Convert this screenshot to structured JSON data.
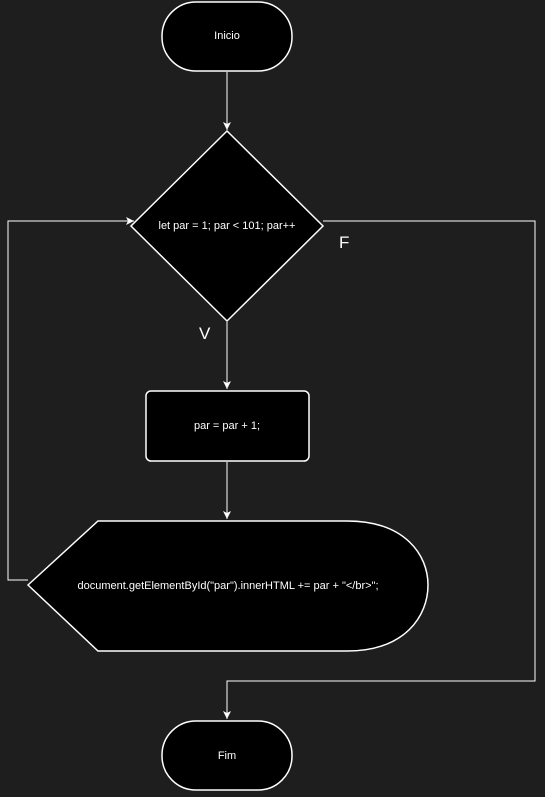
{
  "colors": {
    "background": "#1e1e1e",
    "node_fill": "#000000",
    "stroke": "#ffffff",
    "text": "#ffffff"
  },
  "flowchart": {
    "start_label": "Inicio",
    "condition_label": "let par = 1; par < 101; par++",
    "process_label": "par = par + 1;",
    "display_label": "document.getElementById(\"par\").innerHTML += par + \"</br>\";",
    "end_label": "Fim",
    "true_label": "V",
    "false_label": "F"
  }
}
